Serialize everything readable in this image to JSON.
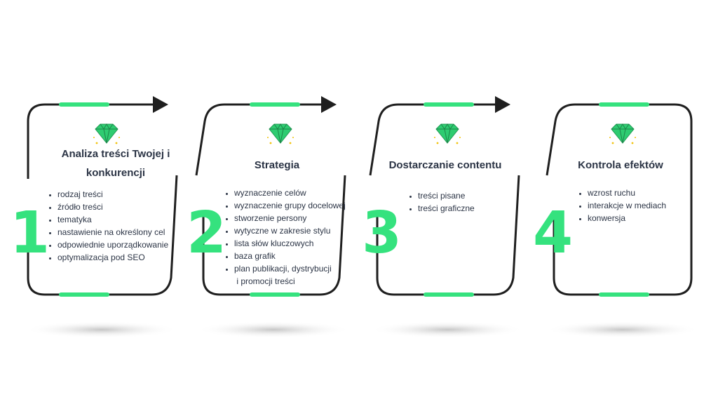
{
  "colors": {
    "accent": "#35e27e",
    "outline": "#1f1f1f",
    "text": "#2b3445",
    "gem": "#2ecc71"
  },
  "steps": [
    {
      "number": "1",
      "title": "Analiza treści Twojej i konkurencji",
      "icon": "gem-icon",
      "items": [
        "rodzaj treści",
        "źródło treści",
        "tematyka",
        "nastawienie na określony cel",
        "odpowiednie uporządkowanie",
        "optymalizacja pod SEO"
      ]
    },
    {
      "number": "2",
      "title": "Strategia",
      "icon": "gem-icon",
      "items": [
        "wyznaczenie celów",
        "wyznaczenie grupy docelowej",
        "stworzenie persony",
        "wytyczne w zakresie stylu",
        "lista słów kluczowych",
        "baza grafik",
        "plan publikacji, dystrybucji\n i promocji treści"
      ]
    },
    {
      "number": "3",
      "title": "Dostarczanie contentu",
      "icon": "gem-icon",
      "items": [
        "treści pisane",
        "treści graficzne"
      ]
    },
    {
      "number": "4",
      "title": "Kontrola efektów",
      "icon": "gem-icon",
      "items": [
        "wzrost ruchu",
        "interakcje w mediach",
        "konwersja"
      ]
    }
  ]
}
